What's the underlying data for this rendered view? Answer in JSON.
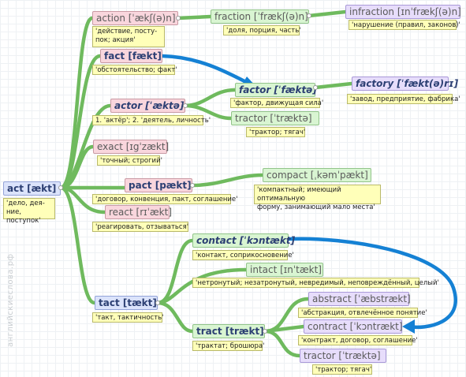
{
  "watermark": "английскиеслова.рф",
  "nodes": {
    "act": {
      "word": "act [ækt]",
      "note": "'дело, дея-\nние, поступок'"
    },
    "action": {
      "word": "action [ˈækʃ(ə)n]",
      "note": "'действие, посту-\nпок; акция'"
    },
    "fraction": {
      "word": "fraction [ˈfrækʃ(ə)n]",
      "note": "'доля, порция, часть'"
    },
    "infraction": {
      "word": "infraction [ɪnˈfrækʃ(ə)n]",
      "note": "'нарушение (правил, законов)'"
    },
    "fact": {
      "word": "fact [fækt]",
      "note": "'обстоятельство; факт'"
    },
    "factor": {
      "word": "factor [ˈfæktə]",
      "note": "'фактор, движущая сила'"
    },
    "factory": {
      "word": "factory [ˈfækt(ə)rɪ]",
      "note": "'завод, предприятие, фабрика'"
    },
    "actor": {
      "word": "actor [ˈæktə]",
      "note": "1. 'актёр'; 2. 'деятель, личность'"
    },
    "tractor1": {
      "word": "tractor [ˈtræktə]",
      "note": "'трактор; тягач'"
    },
    "exact": {
      "word": "exact [ɪgˈzækt]",
      "note": "'точный; строгий'"
    },
    "pact": {
      "word": "pact [pækt]",
      "note": "'договор, конвенция, пакт, соглашение'"
    },
    "compact": {
      "word": "compact [ˌkəmˈpækt]",
      "note": "'компактный; имеющий оптимальную\nформу, занимающий мало места'"
    },
    "react": {
      "word": "react [rɪˈækt]",
      "note": "'реагировать, отзываться'"
    },
    "contact": {
      "word": "contact [ˈkɔntækt]",
      "note": "'контакт, соприкосновение'"
    },
    "intact": {
      "word": "intact [ɪnˈtækt]",
      "note": "'нетронутый; незатронутый, невредимый, неповреждённый, целый'"
    },
    "tact": {
      "word": "tact [tækt]",
      "note": "'такт, тактичность'"
    },
    "abstract": {
      "word": "abstract [ˈæbstrækt]",
      "note": "'абстракция, отвлечённое понятие'"
    },
    "tract": {
      "word": "tract [trækt]",
      "note": "'трактат; брошюра'"
    },
    "contract": {
      "word": "contract [ˈkɔntrækt]",
      "note": "'контракт, договор, соглашение'"
    },
    "tractor2": {
      "word": "tractor [ˈtræktə]",
      "note": "'трактор; тягач'"
    }
  },
  "colors": {
    "link_green": "#6fba5e",
    "link_blue": "#1581d4",
    "note_bg": "#ffffb9",
    "pink_node": "#f9d6dd",
    "green_node": "#d9f5d2",
    "blue_node": "#dbe3fb",
    "lilac_node": "#e7ddfb",
    "text_dark": "#2c3f73"
  }
}
